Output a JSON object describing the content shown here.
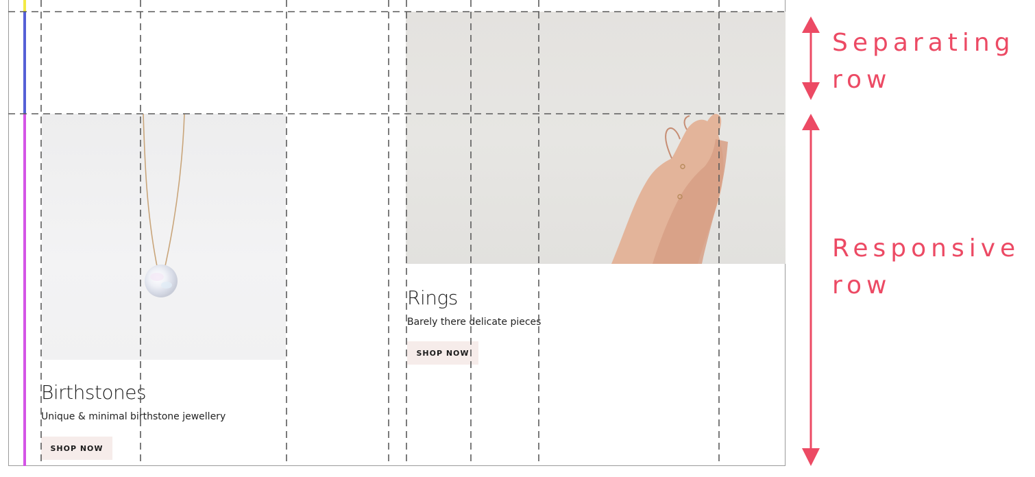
{
  "cards": [
    {
      "title": "Birthstones",
      "subtitle": "Unique & minimal birthstone jewellery",
      "button": "SHOP NOW"
    },
    {
      "title": "Rings",
      "subtitle": "Barely there delicate pieces",
      "button": "SHOP NOW"
    }
  ],
  "annotations": {
    "separating": "Separating\nrow",
    "responsive": "Responsive\nrow"
  },
  "colors": {
    "annotation": "#ec4a64",
    "grid_line": "#5a5a5a",
    "button_bg": "#f6ecea",
    "accent_yellow": "#f3ea45",
    "accent_blue": "#5560d6",
    "accent_magenta": "#d455e6"
  }
}
